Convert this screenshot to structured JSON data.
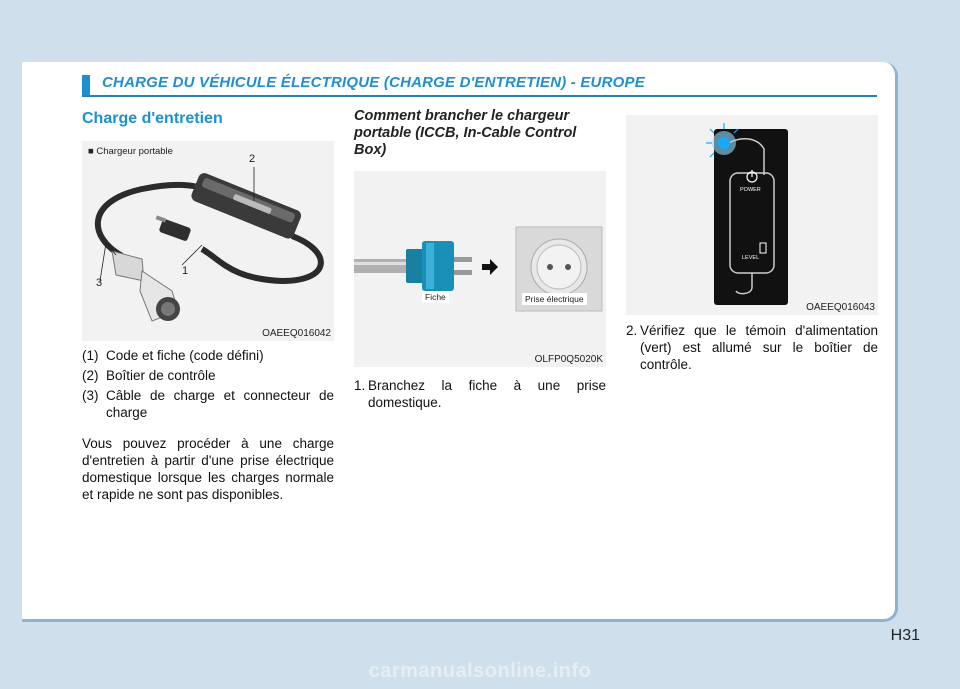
{
  "header": {
    "title": "CHARGE DU VÉHICULE ÉLECTRIQUE (CHARGE D'ENTRETIEN) - EUROPE"
  },
  "col1": {
    "heading": "Charge d'entretien",
    "figure": {
      "caption": "■ Chargeur portable",
      "code": "OAEEQ016042",
      "label_1": "1",
      "label_2": "2",
      "label_3": "3"
    },
    "list": [
      {
        "n": "(1)",
        "text": "Code et fiche (code défini)"
      },
      {
        "n": "(2)",
        "text": "Boîtier de contrôle"
      },
      {
        "n": "(3)",
        "text": "Câble de charge et connecteur de charge"
      }
    ],
    "paragraph": "Vous pouvez procéder à une charge d'entretien à partir d'une prise électrique domestique lorsque les charges normale et rapide ne sont pas disponibles."
  },
  "col2": {
    "heading": "Comment brancher le chargeur portable (ICCB, In-Cable Control Box)",
    "figure": {
      "code": "OLFP0Q5020K",
      "tag_plug": "Fiche",
      "tag_socket": "Prise électrique"
    },
    "step": {
      "n": "1.",
      "text": "Branchez la fiche à une prise domestique."
    }
  },
  "col3": {
    "figure": {
      "code": "OAEEQ016043",
      "power_label": "POWER",
      "level_label": "LEVEL"
    },
    "step": {
      "n": "2.",
      "text": "Vérifiez que le témoin d'alimentation (vert) est allumé sur le boîtier de contrôle."
    }
  },
  "footer": {
    "page_number": "H31",
    "watermark": "carmanualsonline.info"
  },
  "colors": {
    "accent": "#1e90d0",
    "background": "#cfe0ec"
  }
}
